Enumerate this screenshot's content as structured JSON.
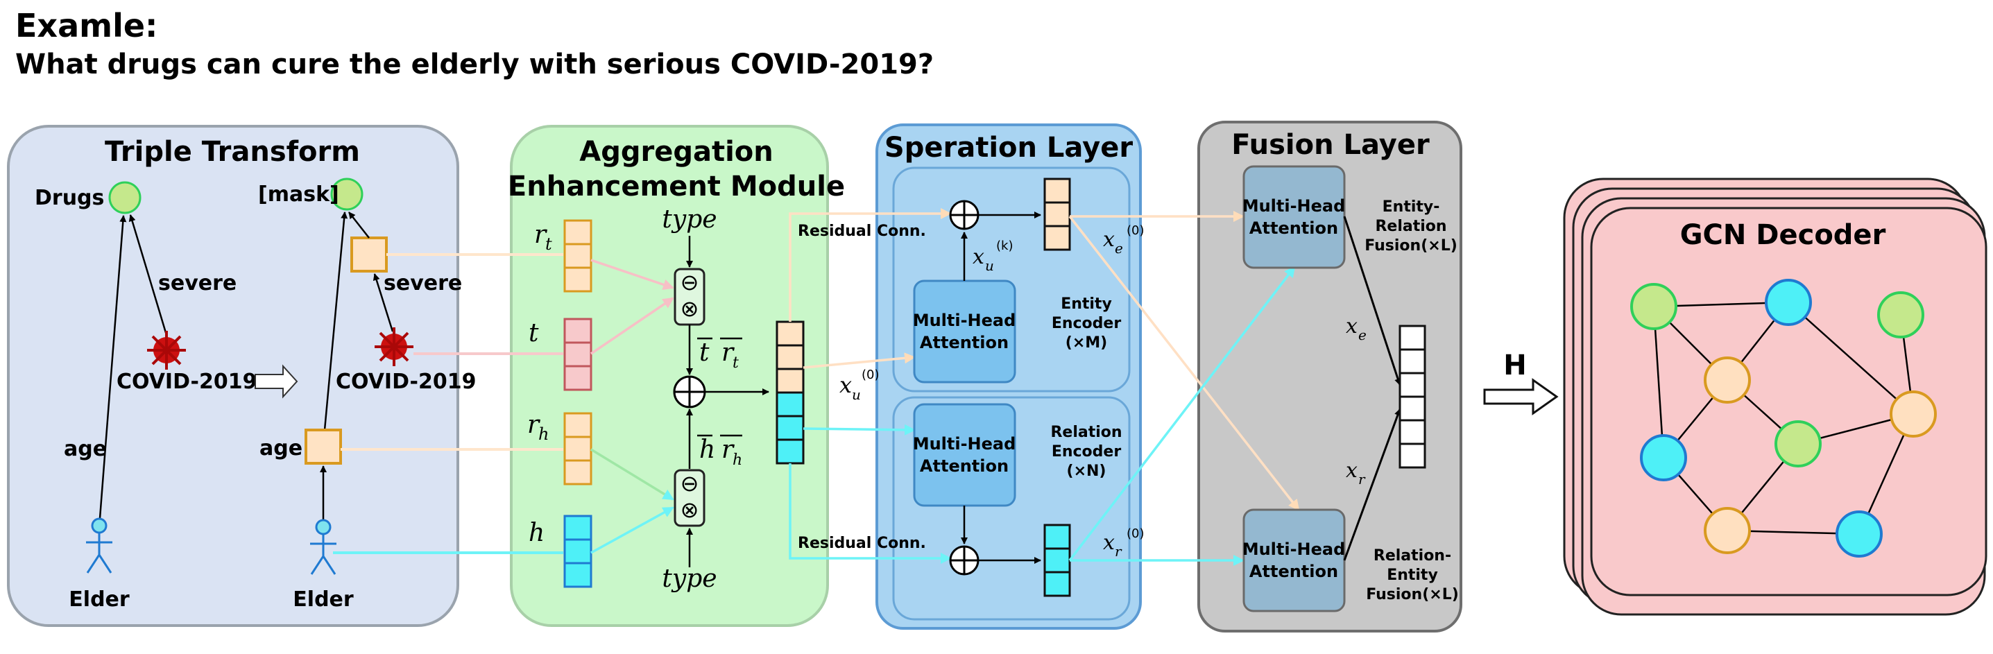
{
  "example": {
    "title": "Examle:",
    "question": "What drugs can cure the elderly with serious COVID-2019?"
  },
  "triple_transform": {
    "title": "Triple Transform",
    "drugs": "Drugs",
    "mask": "[mask]",
    "severe": "severe",
    "covid": "COVID-2019",
    "age": "age",
    "elder": "Elder"
  },
  "aggregation": {
    "title_line1": "Aggregation",
    "title_line2": "Enhancement Module",
    "r": "r",
    "sub_t": "t",
    "sub_h": "h",
    "t": "t",
    "h": "h",
    "type": "type",
    "minus": "⊖",
    "times": "⊗",
    "plus": "⊕"
  },
  "separation": {
    "title": "Speration Layer",
    "residual": "Residual Conn.",
    "mha": "Multi-Head",
    "attention": "Attention",
    "entity_encoder": [
      "Entity",
      "Encoder",
      "(×M)"
    ],
    "relation_encoder": [
      "Relation",
      "Encoder",
      "(×N)"
    ],
    "x": "x",
    "sub_u": "u",
    "sub_e": "e",
    "sub_r": "r",
    "sup_k": "(k)",
    "sup_0": "(0)"
  },
  "fusion": {
    "title": "Fusion Layer",
    "er_fusion": [
      "Entity-",
      "Relation",
      "Fusion(×L)"
    ],
    "re_fusion": [
      "Relation-",
      "Entity",
      "Fusion(×L)"
    ]
  },
  "transfer": {
    "h_label": "H"
  },
  "decoder": {
    "title": "GCN Decoder"
  },
  "colors": {
    "tt_bg": "#dae3f3",
    "agg_bg": "#c9f7c9",
    "sep_bg": "#a9d4f2",
    "fusion_bg": "#c8c8c8",
    "decoder_bg": "#f9c9cb",
    "node_green": "#c5e88c",
    "node_cyan": "#4ef0f7",
    "node_orange": "#ffe0c0",
    "relation_cell": "#ffe3c4",
    "tail_cell": "#f7c9cb",
    "head_cell": "#4ef0f7",
    "residual_line": "#ffe0c4",
    "cyan_line": "#6ef3f7"
  }
}
